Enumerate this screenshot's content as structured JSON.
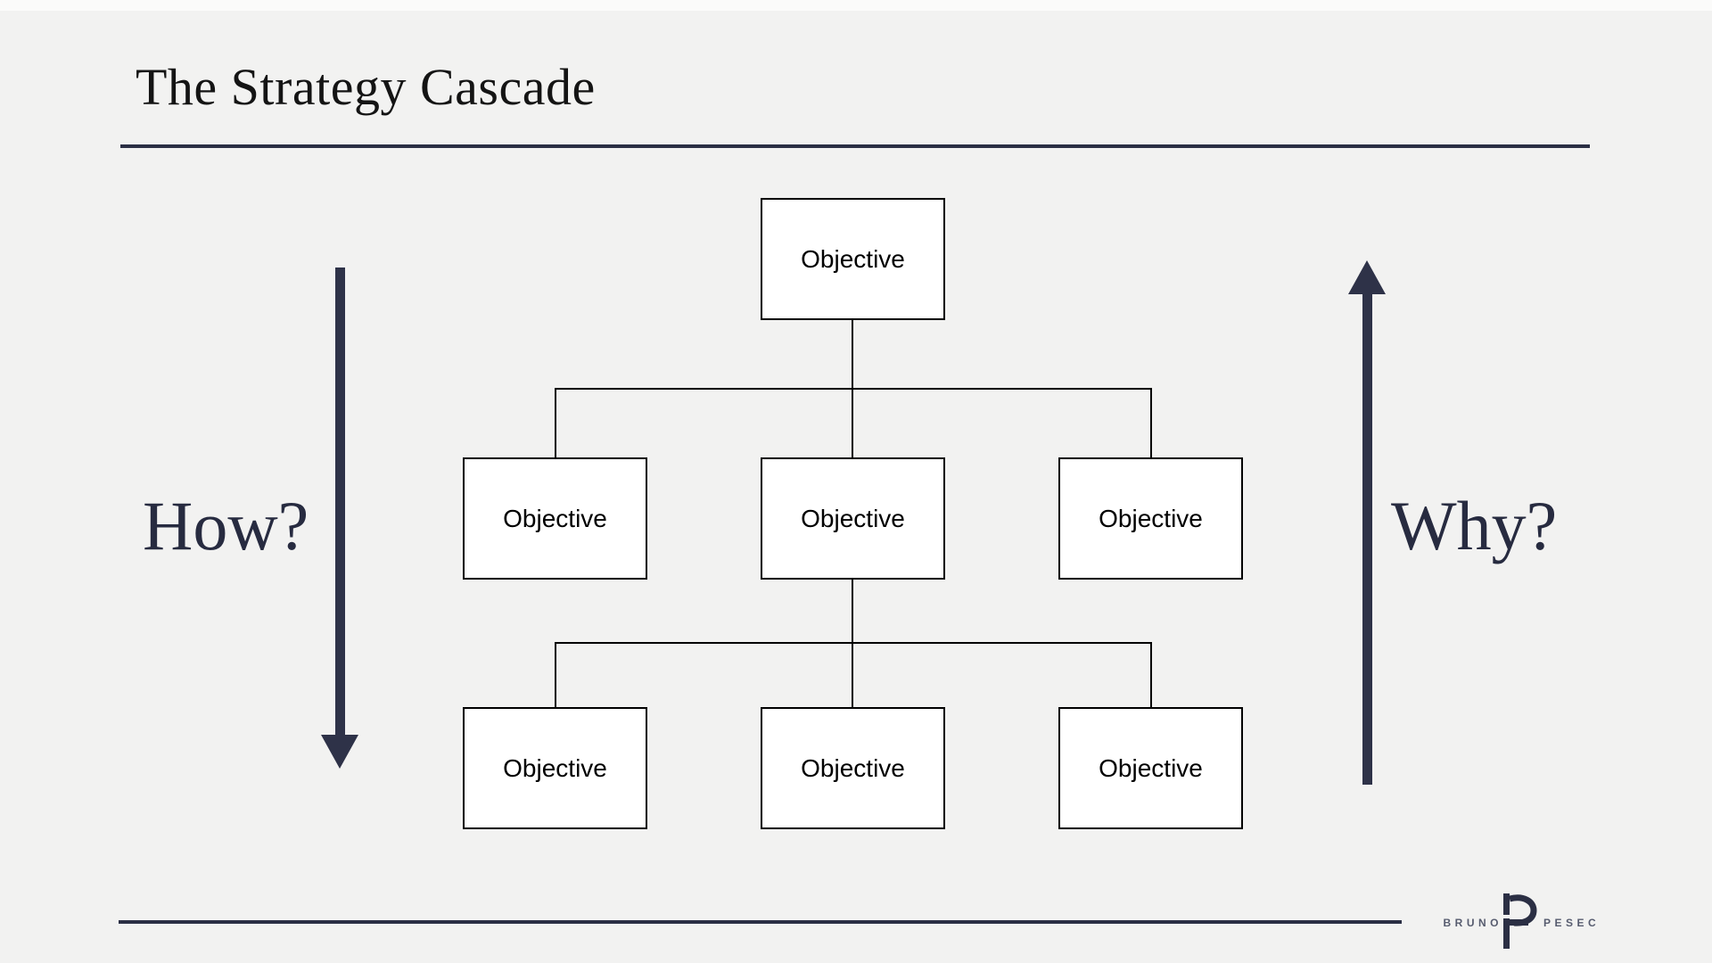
{
  "slide": {
    "title": "The Strategy Cascade",
    "left_label": "How?",
    "right_label": "Why?",
    "tree": {
      "root": "Objective",
      "middle": [
        "Objective",
        "Objective",
        "Objective"
      ],
      "bottom": [
        "Objective",
        "Objective",
        "Objective"
      ]
    },
    "logo": {
      "first_name": "BRUNO",
      "last_name": "PESEC",
      "monogram_icon": "bp-monogram-icon"
    },
    "colors": {
      "background": "#f2f2f1",
      "accent_navy": "#2b2f44",
      "arrow_navy": "#2e3248",
      "box_fill": "#ffffff",
      "box_border": "#000000",
      "title_text": "#141414",
      "side_label_text": "#272b40",
      "logo_text": "#575c6f"
    }
  }
}
